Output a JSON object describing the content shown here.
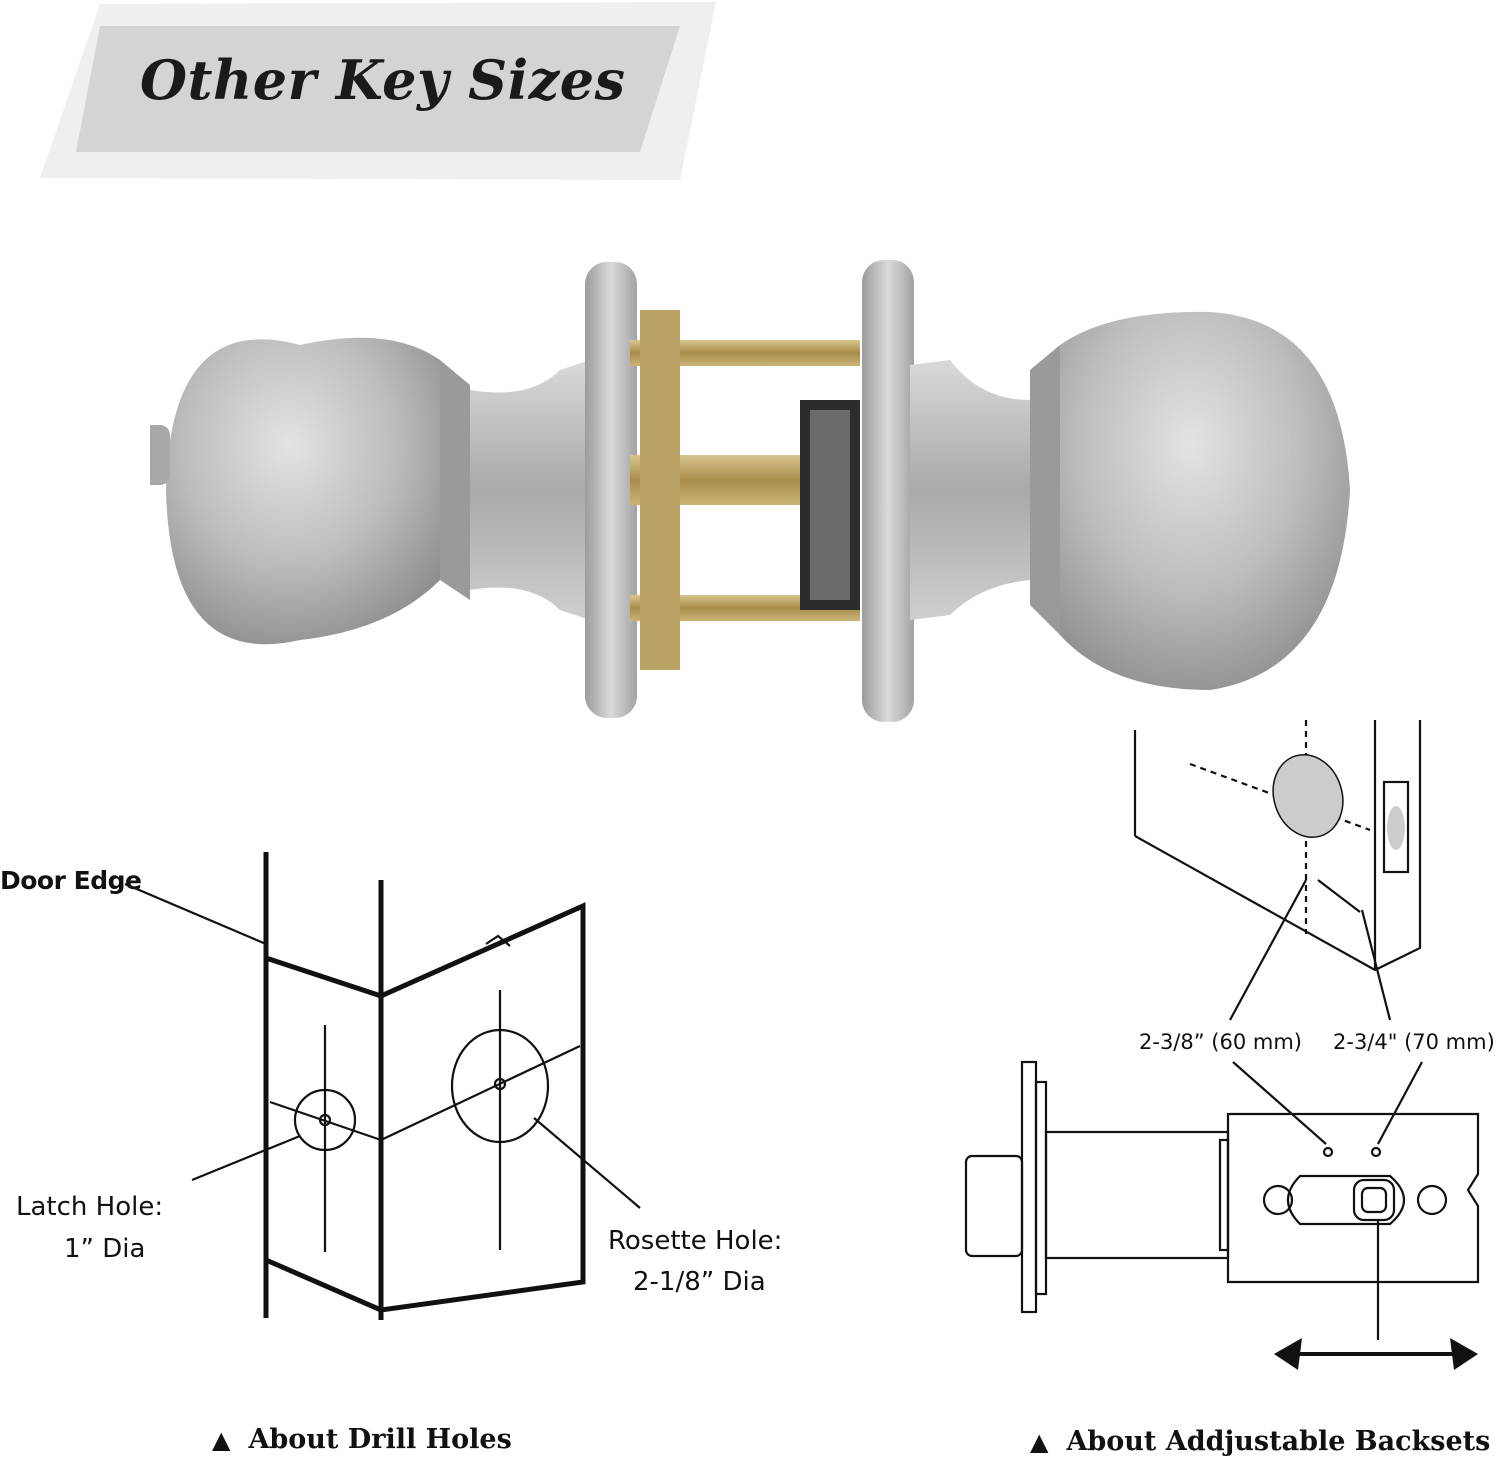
{
  "title": "Other Key Sizes",
  "drill_diagram": {
    "door_edge_label": "Door Edge",
    "latch_hole_label": "Latch Hole:",
    "latch_hole_size": "1” Dia",
    "rosette_hole_label": "Rosette Hole:",
    "rosette_hole_size": "2-1/8” Dia"
  },
  "backset_diagram": {
    "backset_small": "2-3/8” (60 mm)",
    "backset_large": "2-3/4\" (70 mm)"
  },
  "captions": {
    "marker": "▲",
    "drill_holes": "About Drill Holes",
    "backsets": "About Addjustable Backsets"
  },
  "colors": {
    "banner_light": "#ececec",
    "banner_dark": "#d2d2d2",
    "metal": "#c4c4c4",
    "brass": "#b59a5a",
    "hole_fill": "#cccccc",
    "ink": "#111111"
  },
  "icons": [
    "door-knob-lock-photo",
    "arrow-left-right-icon"
  ]
}
